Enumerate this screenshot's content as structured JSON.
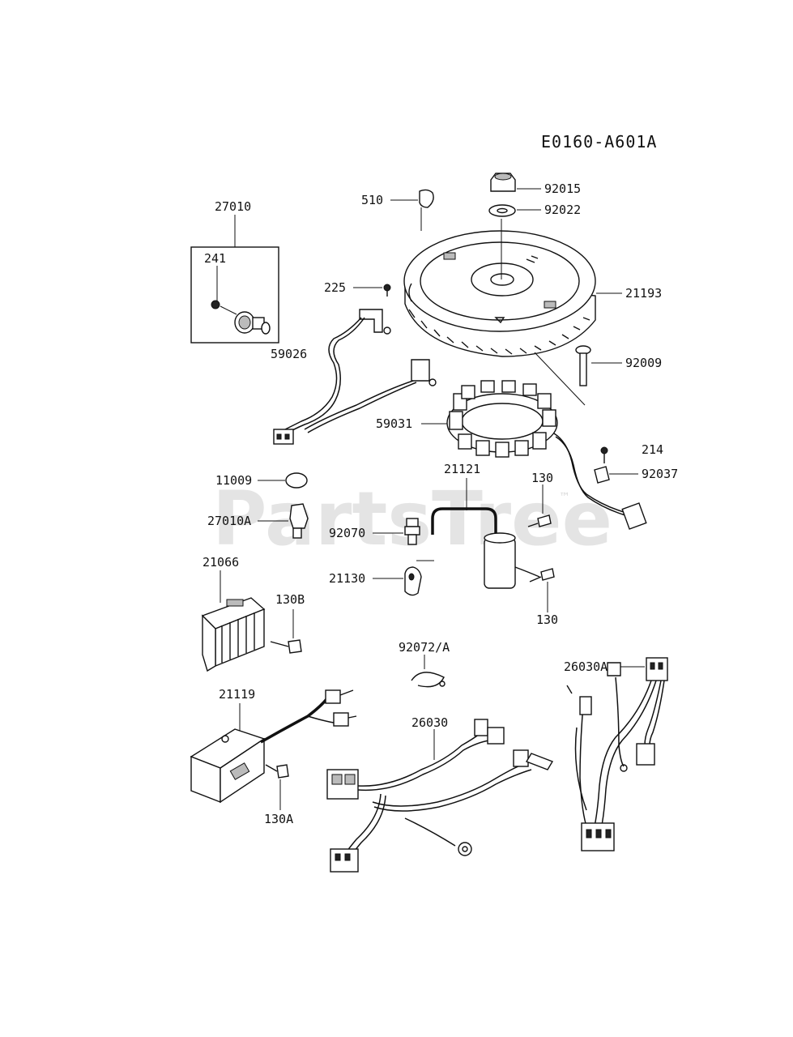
{
  "diagram_code": "E0160-A601A",
  "watermark": "PartsTree",
  "watermark_mark": "™",
  "parts": {
    "p27010": "27010",
    "p241": "241",
    "p510": "510",
    "p92015": "92015",
    "p92022": "92022",
    "p225": "225",
    "p21193": "21193",
    "p92009": "92009",
    "p59026": "59026",
    "p59031": "59031",
    "p214": "214",
    "p92037": "92037",
    "p11009": "11009",
    "p21121": "21121",
    "p130_top": "130",
    "p27010A": "27010A",
    "p92070": "92070",
    "p21066": "21066",
    "p21130": "21130",
    "p130_bottom": "130",
    "p130B": "130B",
    "p92072A": "92072/A",
    "p26030A": "26030A",
    "p21119": "21119",
    "p26030": "26030",
    "p130A": "130A"
  }
}
